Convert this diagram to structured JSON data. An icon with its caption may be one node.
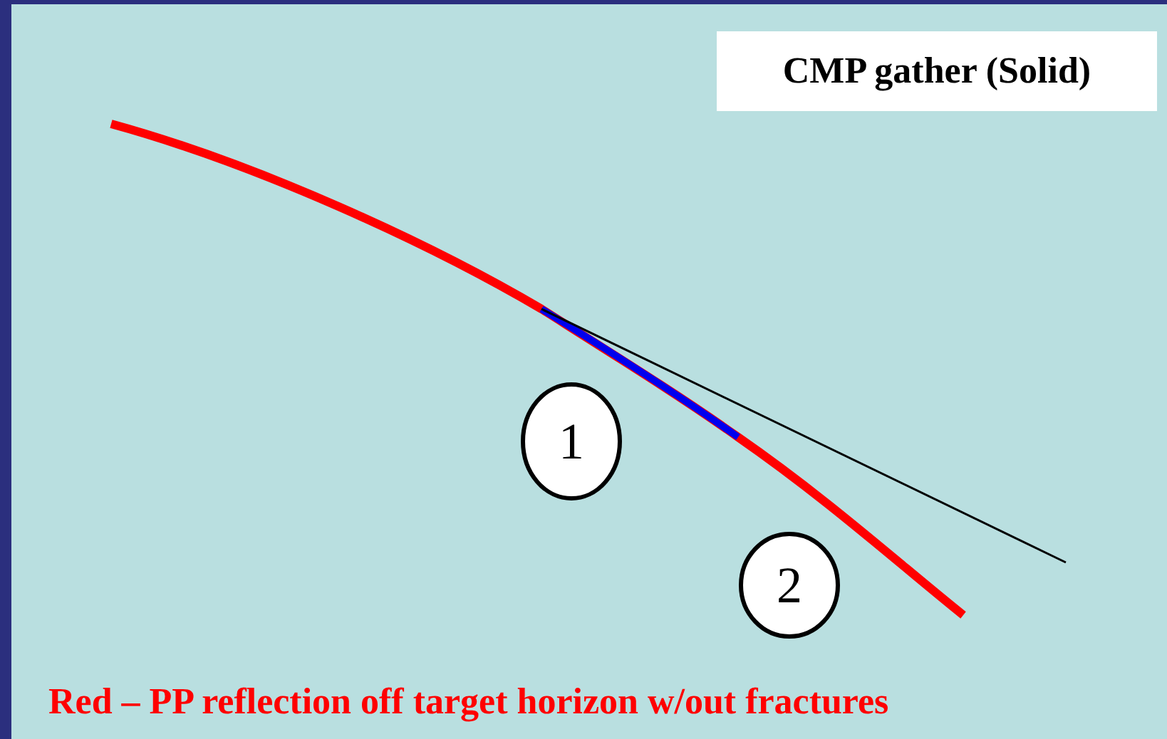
{
  "diagram": {
    "nodes": [
      {
        "text": [
          "1"
        ]
      },
      {
        "text": [
          "2"
        ]
      }
    ],
    "edges": [],
    "labels": [
      "CMP gather (Solid)",
      "Red – PP reflection off target horizon w/out fractures"
    ]
  }
}
